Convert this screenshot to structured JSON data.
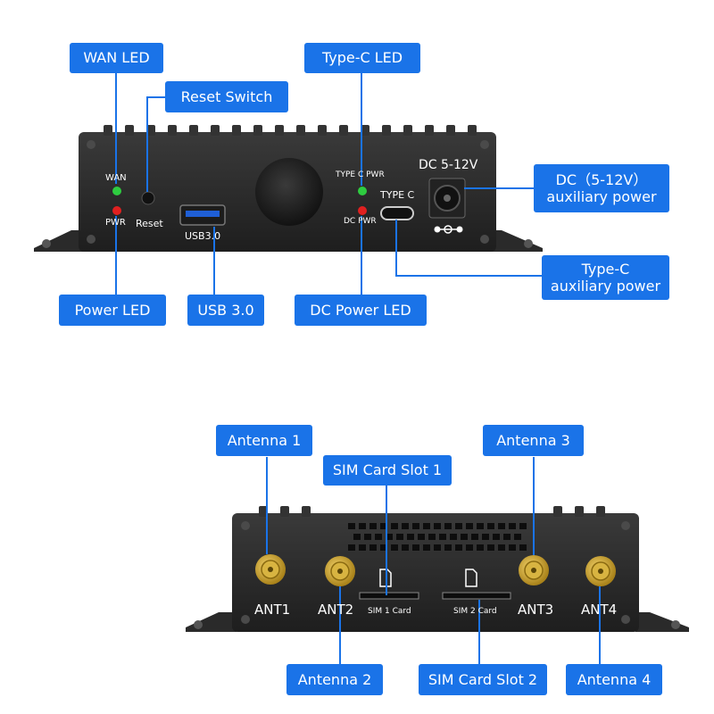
{
  "front_panel": {
    "led_wan_label": "WAN",
    "led_pwr_label": "PWR",
    "reset_label": "Reset",
    "usb_label": "USB3.0",
    "led_typec_pwr_label": "TYPE C PWR",
    "led_dc_pwr_label": "DC PWR",
    "typec_label": "TYPE C",
    "dc_label": "DC 5-12V",
    "led_colors": {
      "wan": "#2ecc40",
      "pwr": "#e02020",
      "typec_pwr": "#2ecc40",
      "dc_pwr": "#e02020"
    }
  },
  "back_panel": {
    "ant1_label": "ANT1",
    "ant2_label": "ANT2",
    "ant3_label": "ANT3",
    "ant4_label": "ANT4",
    "sim1_label": "SIM 1 Card",
    "sim2_label": "SIM 2 Card"
  },
  "callouts": {
    "wan_led": "WAN LED",
    "reset_switch": "Reset Switch",
    "typec_led": "Type-C LED",
    "dc_aux_line1": "DC（5-12V）",
    "dc_aux_line2": "auxiliary power",
    "typec_aux_line1": "Type-C",
    "typec_aux_line2": "auxiliary power",
    "power_led": "Power LED",
    "usb30": "USB 3.0",
    "dc_power_led": "DC Power LED",
    "antenna1": "Antenna 1",
    "sim_slot1": "SIM Card Slot 1",
    "antenna3": "Antenna 3",
    "antenna2": "Antenna 2",
    "sim_slot2": "SIM Card Slot 2",
    "antenna4": "Antenna 4"
  },
  "colors": {
    "callout": "#1a73e8",
    "chassis": "#2b2b2b",
    "connector_gold": "#c9a227"
  }
}
